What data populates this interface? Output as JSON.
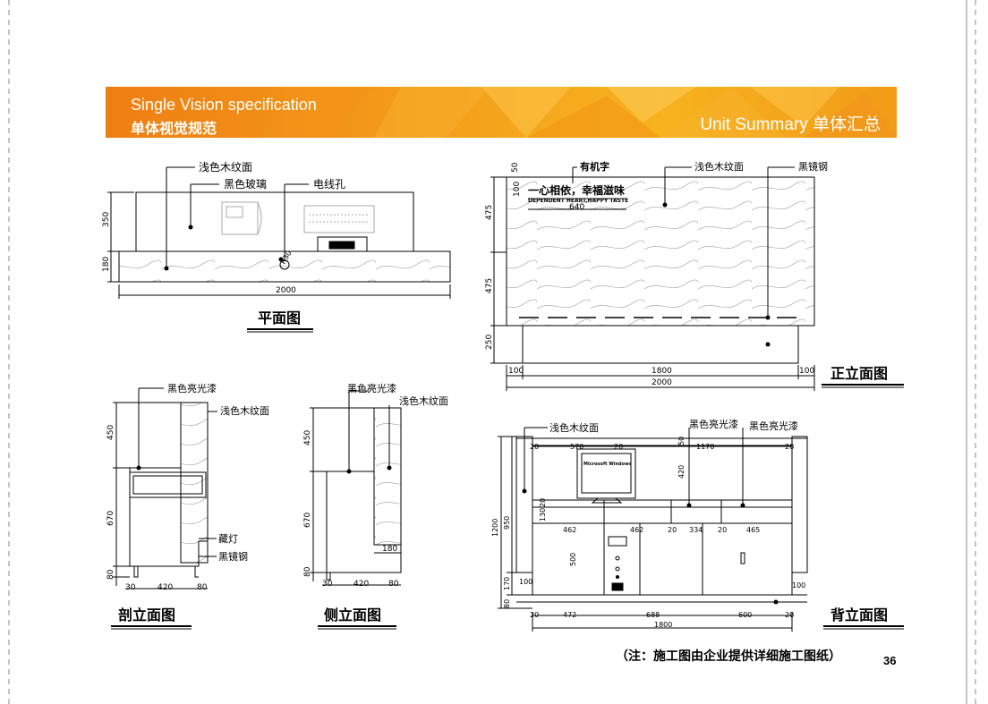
{
  "header": {
    "title_en": "Single Vision specification",
    "title_cn": "单体视觉规范",
    "right_title": "Unit Summary 单体汇总"
  },
  "plan": {
    "title": "平面图",
    "labels": {
      "wood": "浅色木纹面",
      "glass": "黑色玻璃",
      "hole": "电线孔"
    },
    "dims": {
      "h1": "350",
      "h2": "180",
      "width": "2000",
      "radius": "R30"
    }
  },
  "front": {
    "title": "正立面图",
    "labels": {
      "glass_text": "有机字",
      "wood": "浅色木纹面",
      "steel": "黑镜钢"
    },
    "slogan_cn": "一心相依，幸福滋味",
    "slogan_en": "DEPENDENT HEART,HAPPY TASTE",
    "dims": {
      "top50": "50",
      "t100": "100",
      "w640": "640",
      "h475a": "475",
      "h475b": "475",
      "h250": "250",
      "l100": "100",
      "w1800": "1800",
      "r100": "100",
      "w2000": "2000"
    }
  },
  "section": {
    "title": "剖立面图",
    "labels": {
      "gloss": "黑色亮光漆",
      "wood": "浅色木纹面",
      "light": "藏灯",
      "steel": "黑镜钢"
    },
    "dims": {
      "h450": "450",
      "h670": "670",
      "h80": "80",
      "w30": "30",
      "w420": "420",
      "w80": "80"
    }
  },
  "side": {
    "title": "侧立面图",
    "labels": {
      "gloss": "黑色亮光漆",
      "wood": "浅色木纹面"
    },
    "dims": {
      "h450": "450",
      "h670": "670",
      "h80": "80",
      "w30": "30",
      "w420": "420",
      "w80": "80",
      "w180": "180"
    }
  },
  "back": {
    "title": "背立面图",
    "labels": {
      "wood": "浅色木纹面",
      "gloss1": "黑色亮光漆",
      "gloss2": "黑色亮光漆"
    },
    "monitor_text": "Microsoft Windows",
    "dims": {
      "d20a": "20",
      "d570": "570",
      "d20b": "20",
      "d50": "50",
      "d1170": "1170",
      "d20c": "20",
      "d420": "420",
      "d130": "130",
      "d20d": "20",
      "d462a": "462",
      "d462b": "462",
      "d20e": "20",
      "d334": "334",
      "d20f": "20",
      "d465": "465",
      "d500": "500",
      "d100a": "100",
      "d100b": "100",
      "d1200": "1200",
      "d950": "950",
      "d170": "170",
      "d80": "80",
      "b20a": "20",
      "b472": "472",
      "b688": "688",
      "b600": "600",
      "b20b": "20",
      "b1800": "1800"
    }
  },
  "footer": {
    "note": "（注：施工图由企业提供详细施工图纸）",
    "page_number": "36"
  },
  "colors": {
    "banner_start": "#ef7e12",
    "banner_end": "#f7b21e",
    "line": "#000000"
  }
}
